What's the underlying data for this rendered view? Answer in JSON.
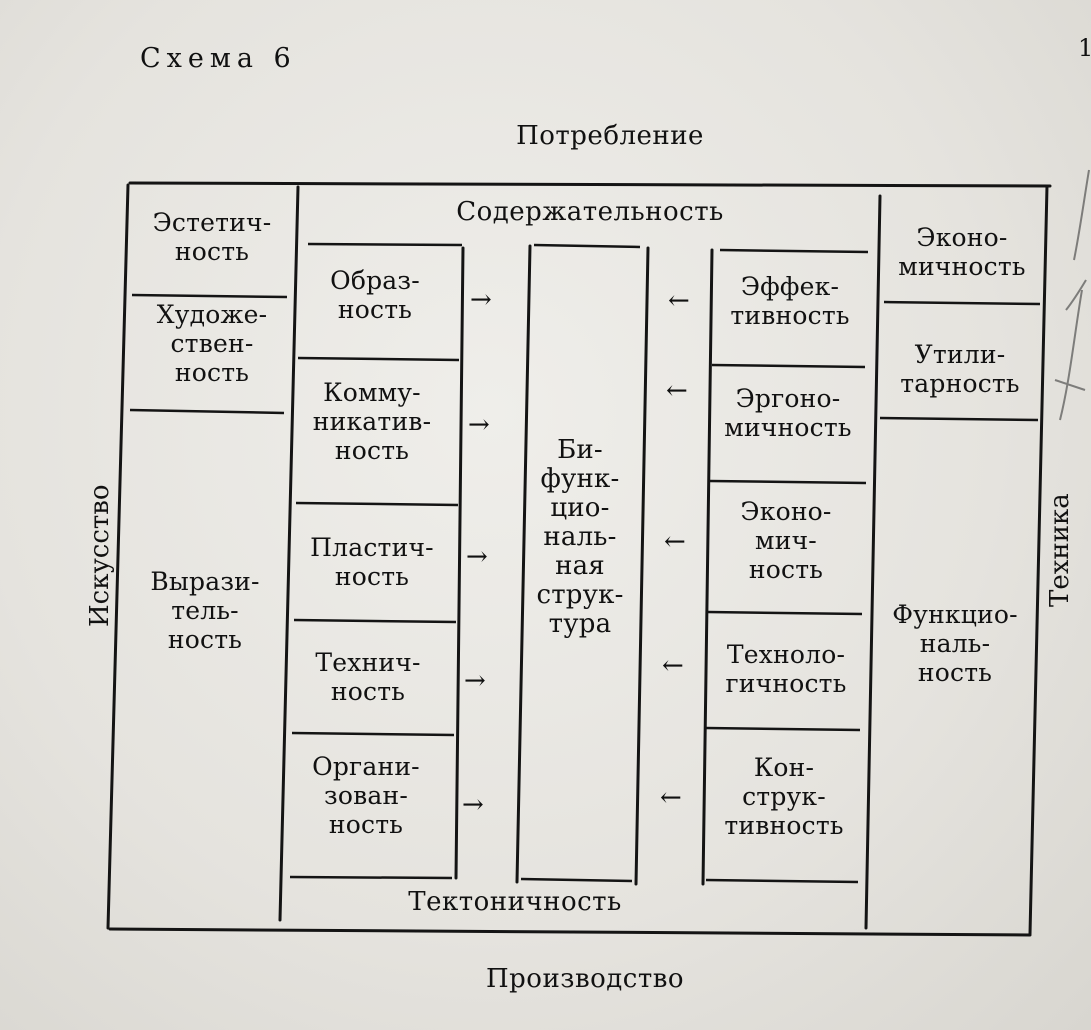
{
  "schema_title": "Схема 6",
  "top_label": "Потребление",
  "bottom_label": "Производство",
  "left_label": "Искусство",
  "right_label": "Техника",
  "inner_top_label": "Содержательность",
  "inner_bottom_label": "Тектоничность",
  "art_column": {
    "items": [
      "Эстетич-\nность",
      "Художе-\nствен-\nность",
      "Вырази-\nтель-\nность"
    ]
  },
  "left_qualities": {
    "items": [
      "Образ-\nность",
      "Комму-\nникатив-\nность",
      "Пластич-\nность",
      "Технич-\nность",
      "Органи-\nзован-\nность"
    ]
  },
  "center_block": "Би-\nфунк-\nцио-\nналь-\nная\nструк-\nтура",
  "right_qualities": {
    "items": [
      "Эффек-\nтивность",
      "Эргоно-\nмичность",
      "Эконо-\nмич-\nность",
      "Техноло-\nгичность",
      "Кон-\nструк-\nтивность"
    ]
  },
  "tech_column": {
    "items": [
      "Эконо-\nмичность",
      "Утили-\nтарность",
      "Функцио-\nналь-\nность"
    ]
  },
  "arrows": {
    "right": "→",
    "left": "←"
  },
  "margin_mark": "1"
}
